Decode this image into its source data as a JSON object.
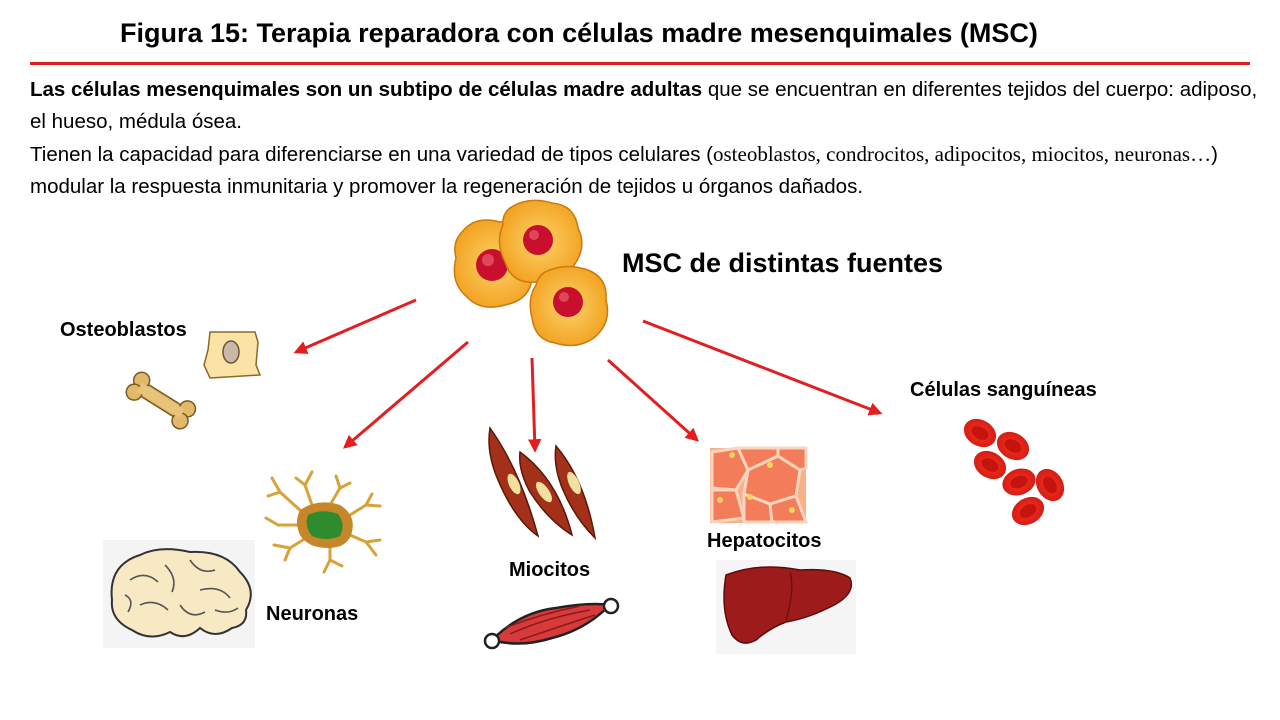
{
  "title": "Figura 15: Terapia reparadora con células madre mesenquimales (MSC)",
  "intro": {
    "p1_bold": "Las células mesenquimales son un subtipo de células madre adultas",
    "p1_rest": " que se encuentran en diferentes tejidos del cuerpo: adiposo, el hueso, médula ósea.",
    "p2_start": "Tienen la capacidad para diferenciarse en una variedad de tipos celulares (",
    "p2_types": "osteoblastos, condrocitos, adipocitos, miocitos, neuronas…",
    "p2_end": ") modular la respuesta inmunitaria y promover la regeneración de tejidos u órganos dañados."
  },
  "labels": {
    "center": "MSC de distintas fuentes",
    "osteoblastos": "Osteoblastos",
    "neuronas": "Neuronas",
    "miocitos": "Miocitos",
    "hepatocitos": "Hepatocitos",
    "sanguineas": "Células sanguíneas"
  },
  "colors": {
    "accent": "#e41e20",
    "msc_cell": "#f5a623",
    "nucleus": "#c8102e",
    "organ_red": "#9e1b1b",
    "blood": "#e8281c",
    "neuron_body": "#2e8b2e"
  },
  "icons": [
    "msc-cells-icon",
    "osteoblast-cell-icon",
    "bone-icon",
    "neuron-icon",
    "brain-icon",
    "muscle-fibers-icon",
    "muscle-icon",
    "hepatocyte-tissue-icon",
    "liver-icon",
    "red-blood-cells-icon"
  ]
}
